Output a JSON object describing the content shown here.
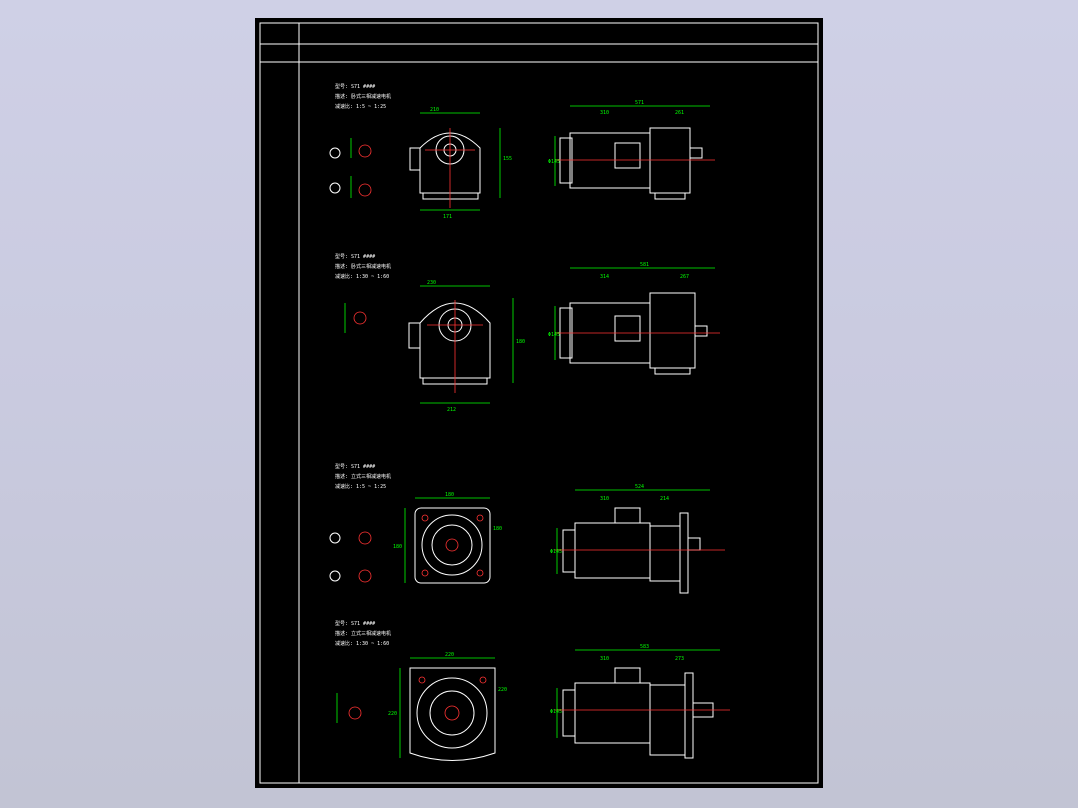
{
  "colors": {
    "background": "#c9cadf",
    "sheet": "#000000",
    "outline": "#ffffff",
    "dimension": "#00ff00",
    "centerline": "#ff3333"
  },
  "views": [
    {
      "id": "v1",
      "model": "型号: S71 ####",
      "desc": "描述: 卧式三相减速电机",
      "ratio": "减速比: 1:5 ~ 1:25",
      "dims": {
        "front_top": "210",
        "front_w": "171",
        "front_h": "155",
        "side_total": "571",
        "side_a": "310",
        "side_b": "261",
        "dia": "Φ145"
      }
    },
    {
      "id": "v2",
      "model": "型号: S71 ####",
      "desc": "描述: 卧式三相减速电机",
      "ratio": "减速比: 1:30 ~ 1:60",
      "dims": {
        "front_top": "230",
        "front_w": "212",
        "front_h": "180",
        "side_total": "581",
        "side_a": "314",
        "side_b": "267",
        "dia": "Φ145"
      }
    },
    {
      "id": "v3",
      "model": "型号: S71 ####",
      "desc": "描述: 立式三相减速电机",
      "ratio": "减速比: 1:5 ~ 1:25",
      "dims": {
        "front_top": "180",
        "front_w": "180",
        "front_h": "180",
        "side_total": "524",
        "side_a": "310",
        "side_b": "214",
        "dia": "Φ145"
      }
    },
    {
      "id": "v4",
      "model": "型号: S71 ####",
      "desc": "描述: 立式三相减速电机",
      "ratio": "减速比: 1:30 ~ 1:60",
      "dims": {
        "front_top": "220",
        "front_w": "220",
        "front_h": "220",
        "side_total": "583",
        "side_a": "310",
        "side_b": "273",
        "dia": "Φ145"
      }
    }
  ]
}
